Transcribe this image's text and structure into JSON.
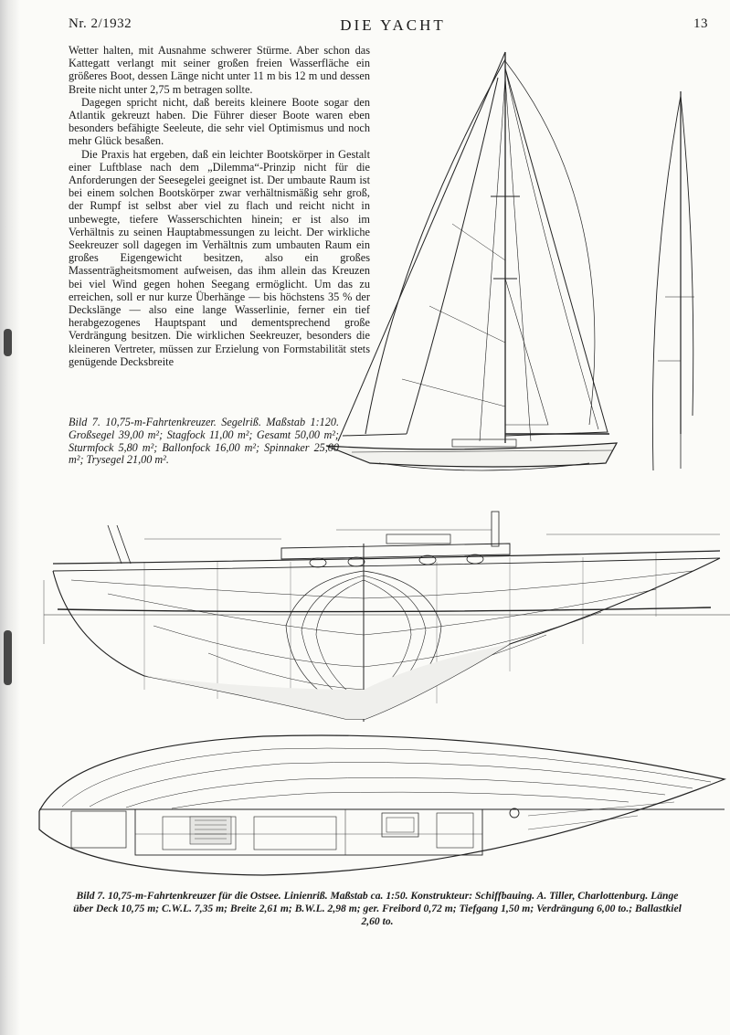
{
  "header": {
    "issue": "Nr. 2/1932",
    "magazine": "DIE YACHT",
    "page_number": "13"
  },
  "article": {
    "paragraphs": [
      "Wetter halten, mit Ausnahme schwerer Stürme. Aber schon das Kattegatt verlangt mit seiner großen freien Wasserfläche ein größeres Boot, dessen Länge nicht unter 11 m bis 12 m und dessen Breite nicht unter 2,75 m betragen sollte.",
      "Dagegen spricht nicht, daß bereits kleinere Boote sogar den Atlantik gekreuzt haben. Die Führer dieser Boote waren eben besonders befähigte Seeleute, die sehr viel Optimismus und noch mehr Glück besaßen.",
      "Die Praxis hat ergeben, daß ein leichter Bootskörper in Gestalt einer Luftblase nach dem „Dilemma“-Prinzip nicht für die Anforderungen der Seesegelei geeignet ist. Der umbaute Raum ist bei einem solchen Bootskörper zwar verhältnismäßig sehr groß, der Rumpf ist selbst aber viel zu flach und reicht nicht in unbewegte, tiefere Wasserschichten hinein; er ist also im Verhältnis zu seinen Hauptabmessungen zu leicht. Der wirkliche Seekreuzer soll dagegen im Verhältnis zum umbauten Raum ein großes Eigengewicht besitzen, also ein großes Massenträgheitsmoment aufweisen, das ihm allein das Kreuzen bei viel Wind gegen hohen Seegang ermöglicht. Um das zu erreichen, soll er nur kurze Überhänge — bis höchstens 35 % der Deckslänge — also eine lange Wasserlinie, ferner ein tief herabgezogenes Hauptspant und dementsprechend große Verdrängung besitzen. Die wirklichen Seekreuzer, besonders die kleineren Vertreter, müssen zur Erzielung von Formstabilität stets genügende Decksbreite"
    ]
  },
  "captions": {
    "sail_plan": "Bild 7. 10,75-m-Fahrtenkreuzer. Segelriß. Maßstab 1:120. Großsegel 39,00 m²; Stagfock 11,00 m²; Gesamt 50,00 m²; Sturmfock 5,80 m²; Ballonfock 16,00 m²; Spinnaker 25,00 m²; Trysegel 21,00 m².",
    "lines_plan": "Bild 7. 10,75-m-Fahrtenkreuzer für die Ostsee. Linienriß. Maßstab ca. 1:50. Konstrukteur: Schiffbauing. A. Tiller, Charlottenburg. Länge über Deck 10,75 m; C.W.L. 7,35 m; Breite 2,61 m; B.W.L. 2,98 m; ger. Freibord 0,72 m; Tiefgang 1,50 m; Verdrängung 6,00 to.; Ballastkiel 2,60 to."
  },
  "colors": {
    "paper": "#fbfbf8",
    "ink": "#1a1a1a"
  }
}
